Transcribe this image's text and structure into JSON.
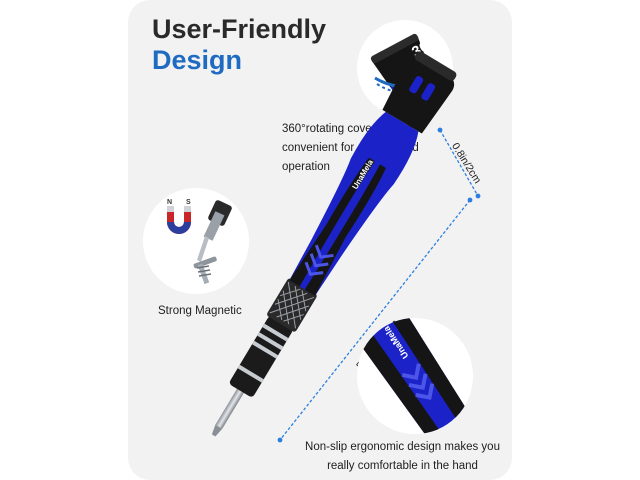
{
  "headline": {
    "line1": "User-Friendly",
    "line2": "Design"
  },
  "rotation_feature": {
    "badge": "360°",
    "caption_lines": [
      "360°rotating cover design,",
      "convenient for one-handed",
      "operation"
    ]
  },
  "magnet_feature": {
    "caption": "Strong Magnetic",
    "magnet_poles": [
      "N",
      "S"
    ]
  },
  "grip_feature": {
    "caption_lines": [
      "Non-slip ergonomic design makes you",
      "really comfortable in the hand"
    ],
    "brand": "UnaMela"
  },
  "dimensions": {
    "width": "0.8in/2cm",
    "length": "5.2in/13.2cm"
  },
  "product": {
    "brand": "UnaMela"
  },
  "colors": {
    "card_background": "#f2f2f3",
    "headline_dark": "#2a2a2a",
    "headline_accent": "#1f6bc2",
    "handle_blue": "#1b22c7",
    "handle_black": "#151515",
    "dimension_line": "#2c7fe0"
  }
}
